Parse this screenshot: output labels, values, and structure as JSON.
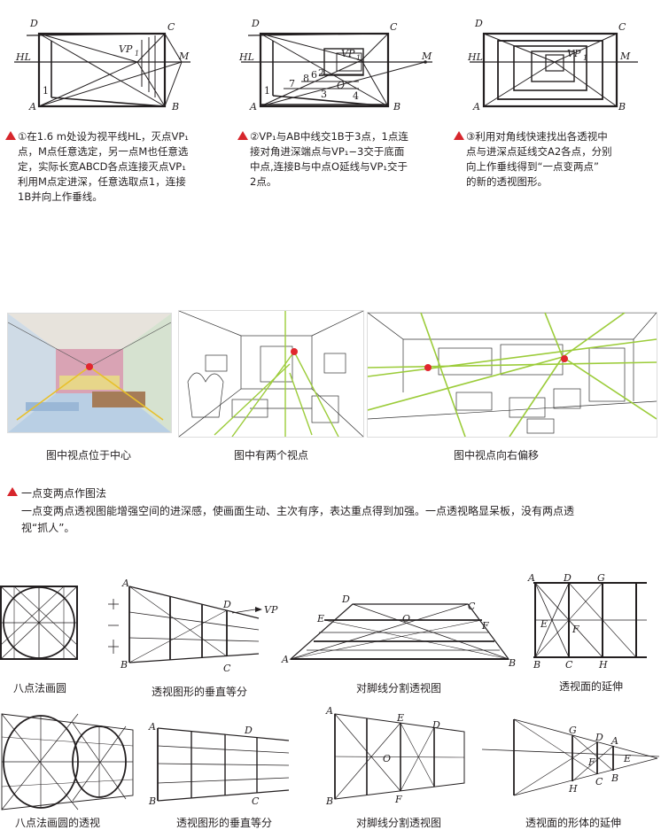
{
  "colors": {
    "accent": "#d7262c",
    "line": "#231f20",
    "green": "#9ccc3a"
  },
  "labels": {
    "D": "D",
    "C": "C",
    "A": "A",
    "B": "B",
    "HL": "HL",
    "M": "M",
    "VP": "VP",
    "sub1": "1",
    "one": "1",
    "n2": "2",
    "n3": "3",
    "n4": "4",
    "n6": "6",
    "n7": "7",
    "n8": "8",
    "E": "E",
    "F": "F",
    "G": "G",
    "H": "H",
    "O": "O"
  },
  "steps": [
    {
      "lines": [
        "①在1.6 m处设为视平线HL，灭点VP₁",
        "点，M点任意选定，另一点M也任意选",
        "定，实际长宽ABCD各点连接灭点VP₁",
        "利用M点定进深，任意选取点1，连接",
        "1B并向上作垂线。"
      ]
    },
    {
      "lines": [
        "②VP₁与AB中线交1B于3点，1点连",
        "接对角进深端点与VP₁−3交于底面",
        "中点,连接B与中点O延线与VP₁交于",
        "2点。"
      ]
    },
    {
      "lines": [
        "③利用对角线快速找出各透视中",
        "点与进深点延线交A2各点，分别",
        "向上作垂线得到“一点变两点”",
        "的新的透视图形。"
      ]
    }
  ],
  "photo_captions": [
    "图中视点位于中心",
    "图中有两个视点",
    "图中视点向右偏移"
  ],
  "section": {
    "title": "一点变两点作图法",
    "para": [
      "一点变两点透视图能增强空间的进深感，使画面生动、主次有序，表达重点得到加强。一点透视略显呆板，没有两点透",
      "视“抓人”。"
    ]
  },
  "diagram_captions": {
    "row1": [
      "八点法画圆",
      "透视图形的垂直等分",
      "对脚线分割透视图",
      "透视面的延伸"
    ],
    "row2": [
      "八点法画圆的透视",
      "透视图形的垂直等分",
      "对脚线分割透视图",
      "透视面的形体的延伸"
    ]
  }
}
